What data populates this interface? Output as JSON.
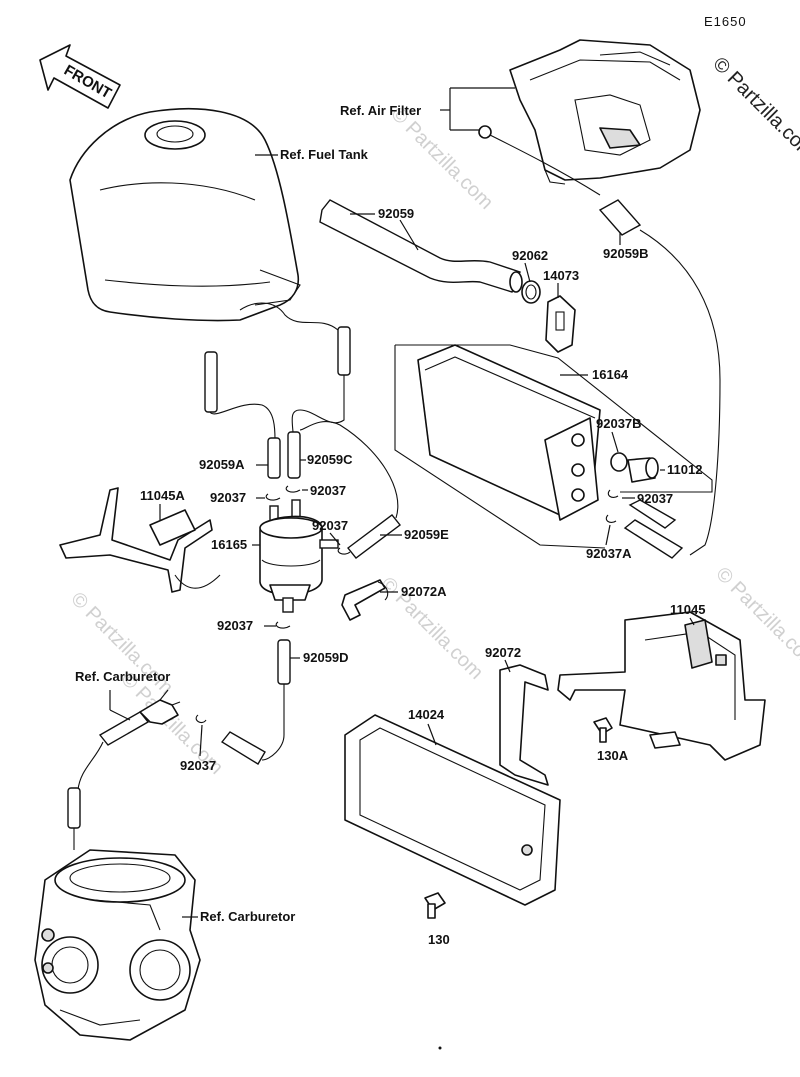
{
  "diagram_code": "E1650",
  "front_label": "FRONT",
  "watermark": "© Partzilla.com",
  "ref_labels": {
    "air_filter": "Ref. Air Filter",
    "fuel_tank": "Ref. Fuel Tank",
    "carburetor_top": "Ref. Carburetor",
    "carburetor_bottom": "Ref. Carburetor"
  },
  "part_numbers": {
    "p92059": "92059",
    "p92062": "92062",
    "p14073": "14073",
    "p92059B": "92059B",
    "p16164": "16164",
    "p92037B": "92037B",
    "p11012": "11012",
    "p92037_right": "92037",
    "p92037A": "92037A",
    "p92059A": "92059A",
    "p92059C": "92059C",
    "p92037_a": "92037",
    "p92037_b": "92037",
    "p11045A": "11045A",
    "p92037_c": "92037",
    "p16165": "16165",
    "p92059E": "92059E",
    "p92072A": "92072A",
    "p92037_d": "92037",
    "p92059D": "92059D",
    "p92072": "92072",
    "p11045": "11045",
    "p14024": "14024",
    "p130A": "130A",
    "p92037_e": "92037",
    "p130": "130"
  }
}
